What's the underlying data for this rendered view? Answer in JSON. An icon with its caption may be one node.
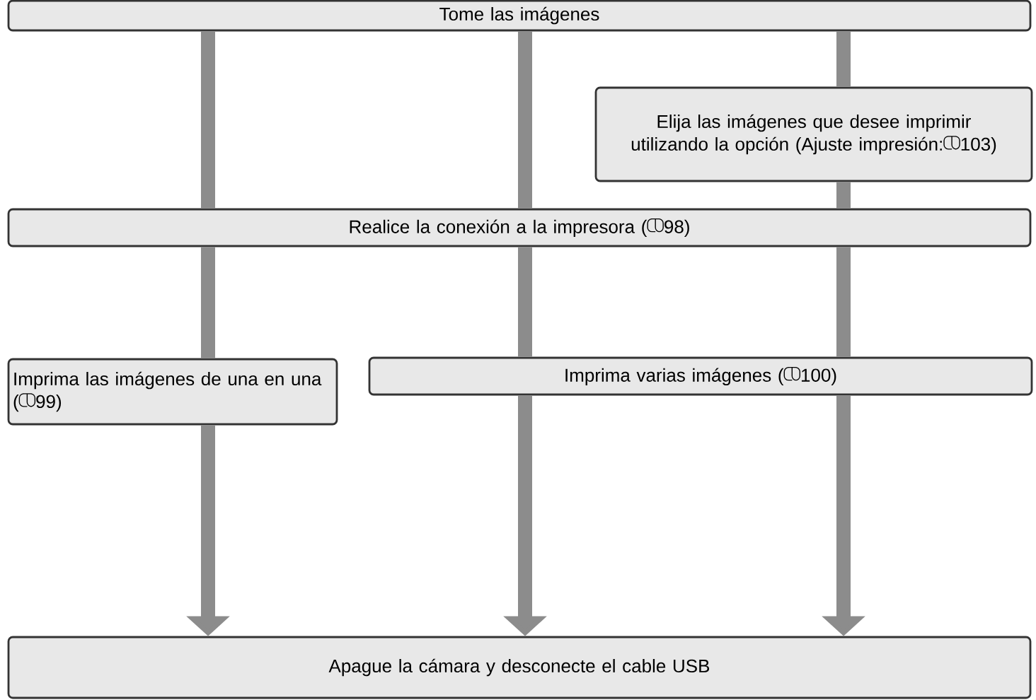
{
  "diagram": {
    "nodes": [
      {
        "text": [
          "Tome las imágenes"
        ]
      },
      {
        "text": [
          "Elija las imágenes que desee imprimir utilizando la opción (Ajuste impresión:",
          "103)"
        ]
      },
      {
        "text": [
          "Realice la conexión a la impresora (",
          "98)"
        ]
      },
      {
        "text": [
          "Imprima las imágenes de una en una (",
          "99)"
        ]
      },
      {
        "text": [
          "Imprima varias imágenes (",
          "100)"
        ]
      },
      {
        "text": [
          "Apague la cámara y desconecte el cable USB"
        ]
      }
    ],
    "edges": [
      {
        "from": 0,
        "to": 2,
        "arrow": "none"
      },
      {
        "from": 0,
        "to": 2,
        "arrow": "none"
      },
      {
        "from": 0,
        "to": 1,
        "arrow": "none"
      },
      {
        "from": 1,
        "to": 2,
        "arrow": "none"
      },
      {
        "from": 2,
        "to": 3,
        "arrow": "none"
      },
      {
        "from": 3,
        "to": 5,
        "arrow": "to"
      },
      {
        "from": 2,
        "to": 4,
        "arrow": "none"
      },
      {
        "from": 4,
        "to": 5,
        "arrow": "to"
      },
      {
        "from": 2,
        "to": 4,
        "arrow": "none"
      },
      {
        "from": 4,
        "to": 5,
        "arrow": "to"
      }
    ]
  }
}
